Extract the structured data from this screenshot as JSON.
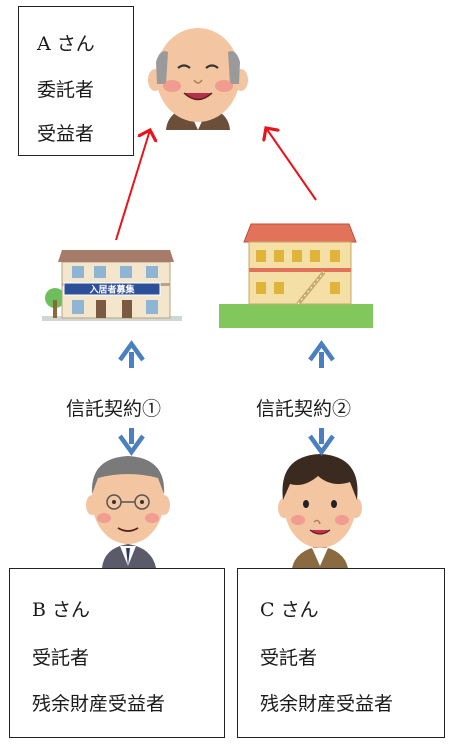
{
  "person_a": {
    "name": "A さん",
    "role1": "委託者",
    "role2": "受益者"
  },
  "person_b": {
    "name": "B さん",
    "role1": "受託者",
    "role2": "残余財産受益者"
  },
  "person_c": {
    "name": "C さん",
    "role1": "受託者",
    "role2": "残余財産受益者"
  },
  "contracts": {
    "c1": "信託契約①",
    "c2": "信託契約②"
  },
  "building1": {
    "sign": "入居者募集"
  },
  "colors": {
    "arrow_red": "#e8131b",
    "arrow_blue": "#4a7fc1",
    "grass": "#82c75c",
    "roof": "#e2735a"
  }
}
